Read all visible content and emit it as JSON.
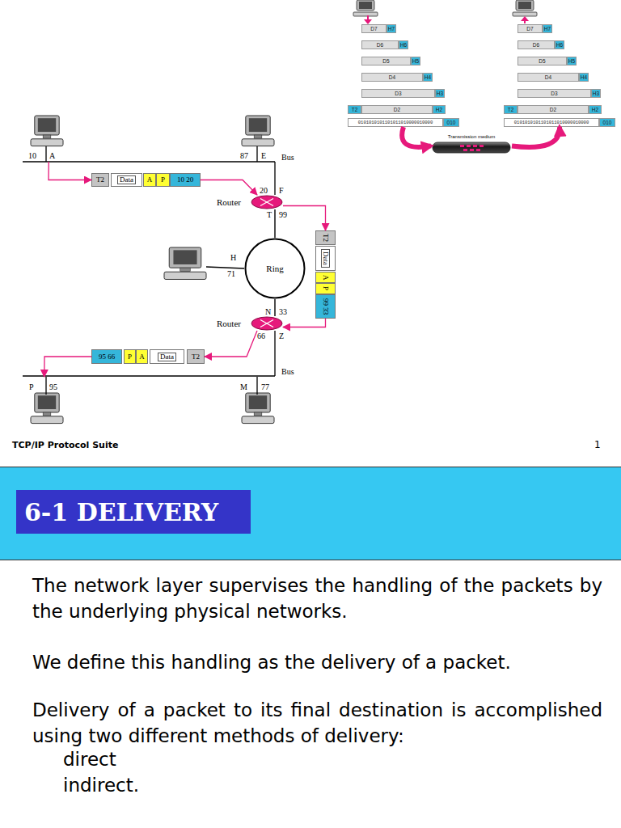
{
  "diagram": {
    "title": "6-1 DELIVERY",
    "nodes": [
      {
        "text": [
          "10",
          "A"
        ]
      },
      {
        "text": [
          "87",
          "E"
        ]
      },
      {
        "text": [
          "T2"
        ]
      },
      {
        "text": [
          "Data"
        ]
      },
      {
        "text": [
          "A"
        ]
      },
      {
        "text": [
          "P"
        ]
      },
      {
        "text": [
          "10 20"
        ]
      },
      {
        "text": [
          "Router"
        ]
      },
      {
        "text": [
          "T2"
        ]
      },
      {
        "text": [
          "Data"
        ]
      },
      {
        "text": [
          "A"
        ]
      },
      {
        "text": [
          "P"
        ]
      },
      {
        "text": [
          "99 33"
        ]
      },
      {
        "text": [
          "H",
          "71"
        ]
      },
      {
        "text": [
          "Ring"
        ]
      },
      {
        "text": [
          "Router"
        ]
      },
      {
        "text": [
          "95 66"
        ]
      },
      {
        "text": [
          "P"
        ]
      },
      {
        "text": [
          "A"
        ]
      },
      {
        "text": [
          "Data"
        ]
      },
      {
        "text": [
          "T2"
        ]
      },
      {
        "text": [
          "P",
          "95"
        ]
      },
      {
        "text": [
          "M",
          "77"
        ]
      },
      {
        "text": [
          "D7",
          "H7"
        ]
      },
      {
        "text": [
          "D6",
          "H6"
        ]
      },
      {
        "text": [
          "D5",
          "H5"
        ]
      },
      {
        "text": [
          "D4",
          "H4"
        ]
      },
      {
        "text": [
          "D3",
          "H3"
        ]
      },
      {
        "text": [
          "T2",
          "D2",
          "H2"
        ]
      },
      {
        "text": [
          "0101010101101011010000010000",
          "010"
        ]
      },
      {
        "text": [
          "Transmission medium"
        ]
      },
      {
        "text": [
          "D7",
          "H7"
        ]
      },
      {
        "text": [
          "D6",
          "H6"
        ]
      },
      {
        "text": [
          "D5",
          "H5"
        ]
      },
      {
        "text": [
          "D4",
          "H4"
        ]
      },
      {
        "text": [
          "D3",
          "H3"
        ]
      },
      {
        "text": [
          "T2",
          "D2",
          "H2"
        ]
      },
      {
        "text": [
          "0101010101101011010000010000",
          "010"
        ]
      }
    ],
    "edges": [
      {
        "from": 0,
        "to": 2,
        "arrow": "to"
      },
      {
        "from": 6,
        "to": 7,
        "arrow": "to"
      },
      {
        "from": 7,
        "to": 8,
        "arrow": "to"
      },
      {
        "from": 12,
        "to": 15,
        "arrow": "to"
      },
      {
        "from": 15,
        "to": 20,
        "arrow": "to"
      },
      {
        "from": 16,
        "to": 21,
        "arrow": "to"
      },
      {
        "from": 7,
        "to": 14,
        "arrow": "none"
      },
      {
        "from": 13,
        "to": 14,
        "arrow": "none"
      },
      {
        "from": 14,
        "to": 15,
        "arrow": "none"
      },
      {
        "from": 29,
        "to": 30,
        "arrow": "to"
      },
      {
        "from": 30,
        "to": 37,
        "arrow": "to"
      }
    ],
    "labels": [
      "Bus",
      "20",
      "F",
      "T",
      "99",
      "N",
      "33",
      "66",
      "Z",
      "Bus",
      "TCP/IP Protocol Suite",
      "1",
      "The network layer supervises the handling of the packets by the underlying physical networks.",
      "We define this handling as the delivery of a packet.",
      "Delivery of a packet to its final destination is accomplished using two different methods of delivery:",
      "direct",
      "indirect."
    ]
  }
}
